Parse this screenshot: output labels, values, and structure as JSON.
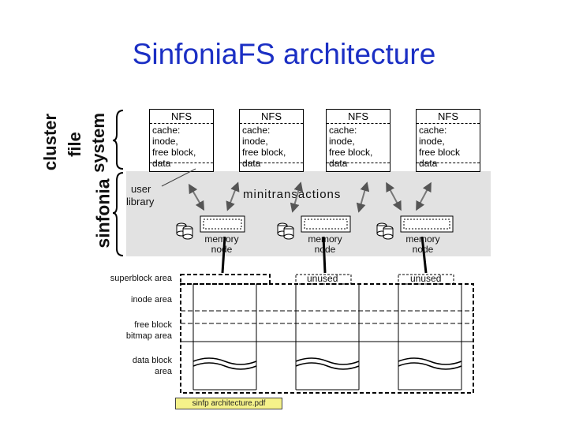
{
  "title": "SinfoniaFS architecture",
  "left_labels": {
    "cluster": "cluster",
    "file": "file",
    "system": "system",
    "sinfonia": "sinfonia"
  },
  "clients": [
    {
      "header": "NFS",
      "lines": [
        "cache:",
        "inode,",
        "free block,",
        "data"
      ]
    },
    {
      "header": "NFS",
      "lines": [
        "cache:",
        "inode,",
        "free block,",
        "data"
      ]
    },
    {
      "header": "NFS",
      "lines": [
        "cache:",
        "inode,",
        "free block,",
        "data"
      ]
    },
    {
      "header": "NFS",
      "lines": [
        "cache:",
        "inode,",
        "free block",
        "data"
      ]
    }
  ],
  "user_library": {
    "line1": "user",
    "line2": "library"
  },
  "minitransactions": "minitransactions",
  "memory_nodes": [
    {
      "line1": "memory",
      "line2": "node"
    },
    {
      "line1": "memory",
      "line2": "node"
    },
    {
      "line1": "memory",
      "line2": "node"
    }
  ],
  "layout_labels": {
    "superblock": "superblock area",
    "inode": "inode area",
    "freeblock1": "free block",
    "freeblock2": "bitmap area",
    "datablock1": "data block",
    "datablock2": "area"
  },
  "unused_labels": [
    "unused",
    "unused"
  ],
  "source_note": "sinfp architecture.pdf"
}
